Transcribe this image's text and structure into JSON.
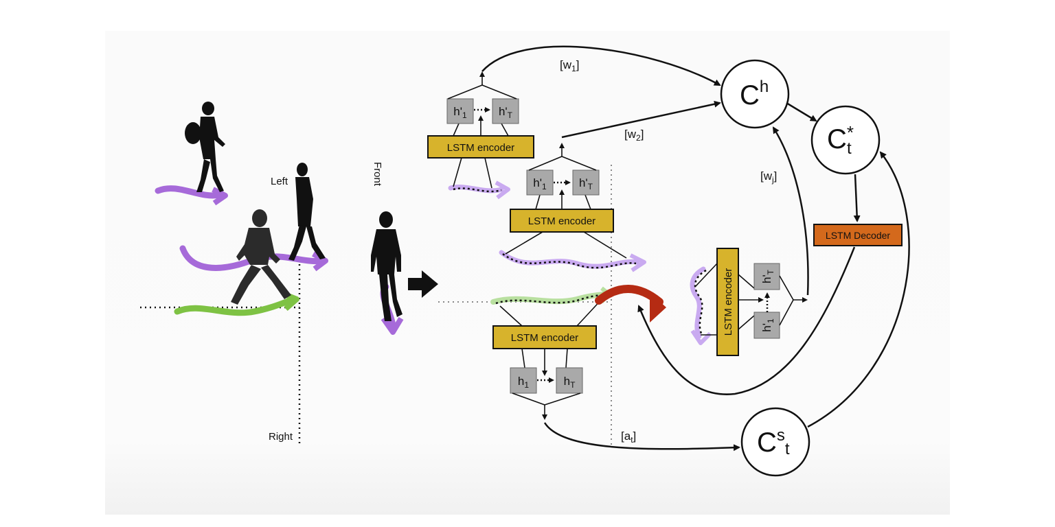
{
  "directions": {
    "left": "Left",
    "front": "Front",
    "right": "Right"
  },
  "encoders": {
    "left": "LSTM encoder",
    "front": "LSTM encoder",
    "self": "LSTM encoder",
    "rotated": "LSTM encoder"
  },
  "decoder": "LSTM Decoder",
  "hidden": {
    "left_first": "h'1",
    "left_last": "h'T",
    "front_first": "h'1",
    "front_last": "h'T",
    "self_first": "h1",
    "self_last": "hT",
    "rot_first": "h'1",
    "rot_last": "h'T"
  },
  "weights": {
    "w1": "[w1]",
    "w2": "[w2]",
    "wj": "[wj]",
    "at": "[at]"
  },
  "contexts": {
    "ch": "Ch",
    "cst": "Cst",
    "cstar": "C*t"
  },
  "colors": {
    "purple": "#a66ad9",
    "light_purple": "#c9aaf0",
    "green": "#7ec244",
    "light_green": "#b9e0a0",
    "encoder": "#d7b32c",
    "decoder": "#d4691c",
    "red_arrow": "#b52b13",
    "hidden_box": "#a9a9a9"
  }
}
